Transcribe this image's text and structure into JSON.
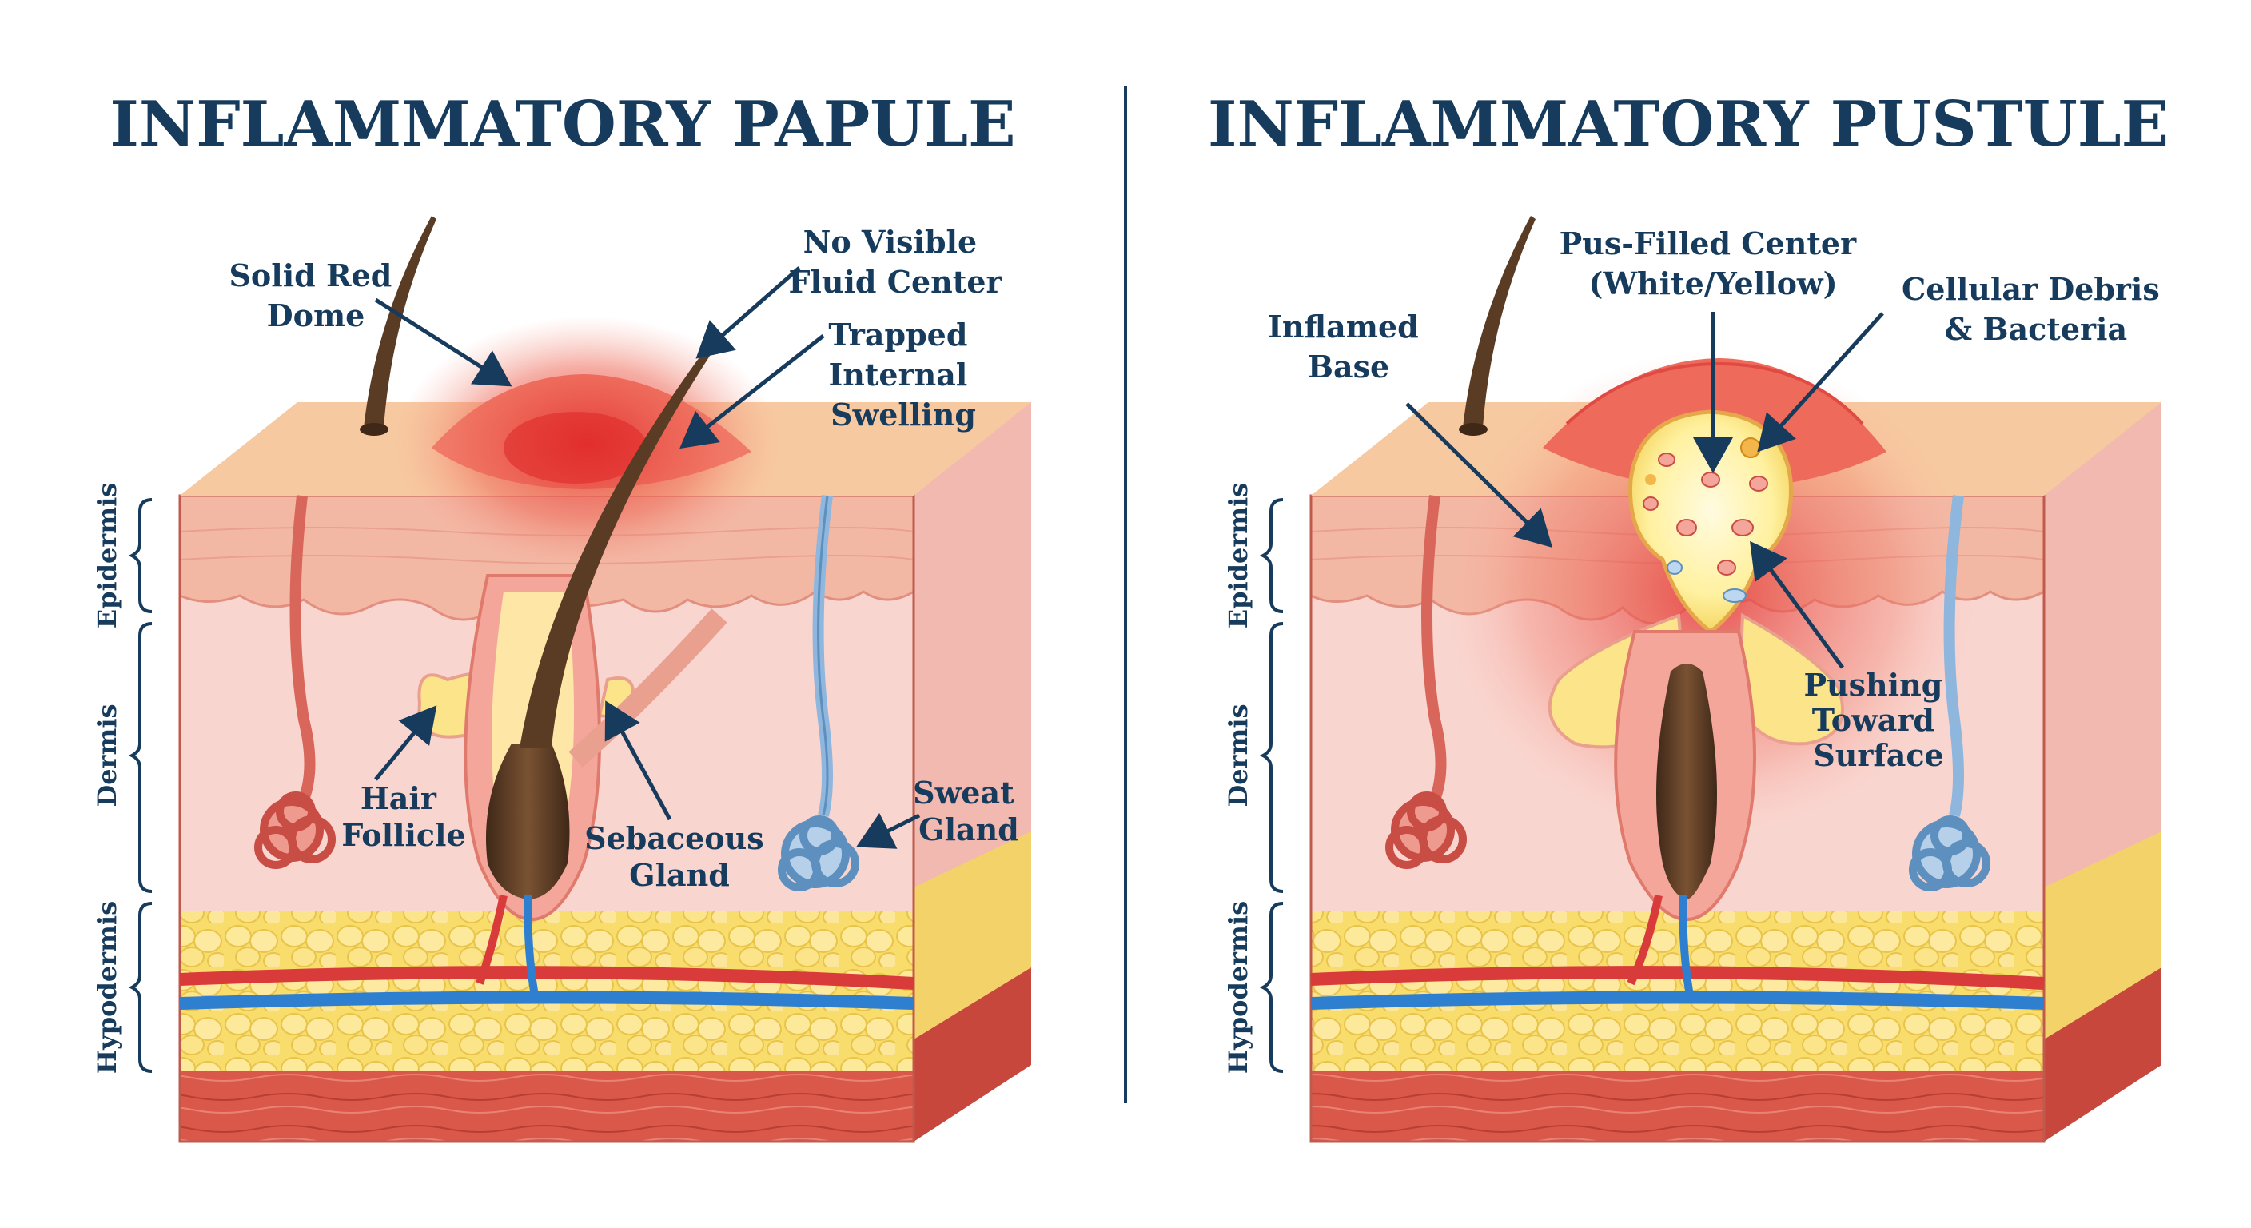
{
  "panels": [
    {
      "title": "INFLAMMATORY PAPULE",
      "layers": {
        "epidermis": "Epidermis",
        "dermis": "Dermis",
        "hypodermis": "Hypodermis"
      },
      "labels": {
        "solid_red_dome": [
          "Solid Red",
          "Dome"
        ],
        "no_visible_fluid_center": [
          "No Visible",
          "Fluid Center"
        ],
        "trapped_internal_swelling": [
          "Trapped",
          "Internal",
          "Swelling"
        ],
        "hair_follicle": [
          "Hair",
          "Follicle"
        ],
        "sebaceous_gland": [
          "Sebaceous",
          "Gland"
        ],
        "sweat_gland": [
          "Sweat",
          "Gland"
        ]
      }
    },
    {
      "title": "INFLAMMATORY PUSTULE",
      "layers": {
        "epidermis": "Epidermis",
        "dermis": "Dermis",
        "hypodermis": "Hypodermis"
      },
      "labels": {
        "inflamed_base": [
          "Inflamed",
          "Base"
        ],
        "pus_filled_center": [
          "Pus-Filled Center",
          "(White/Yellow)"
        ],
        "cellular_debris": [
          "Cellular Debris",
          "& Bacteria"
        ],
        "pushing_toward_surface": [
          "Pushing",
          "Toward",
          "Surface"
        ]
      }
    }
  ],
  "colors": {
    "title": "#163b5c",
    "skin_top": "#f7c9a0",
    "epidermis": "#f3b8a4",
    "dermis": "#f9d5cf",
    "fat": "#f8dc6c",
    "muscle": "#d9584a",
    "inflammation": "#e83d3d",
    "pus": "#fff3a6",
    "vein": "#2f7fd0",
    "artery": "#d93a3a",
    "sweat_gland": "#8fb6dd",
    "hair": "#5a3b24"
  }
}
